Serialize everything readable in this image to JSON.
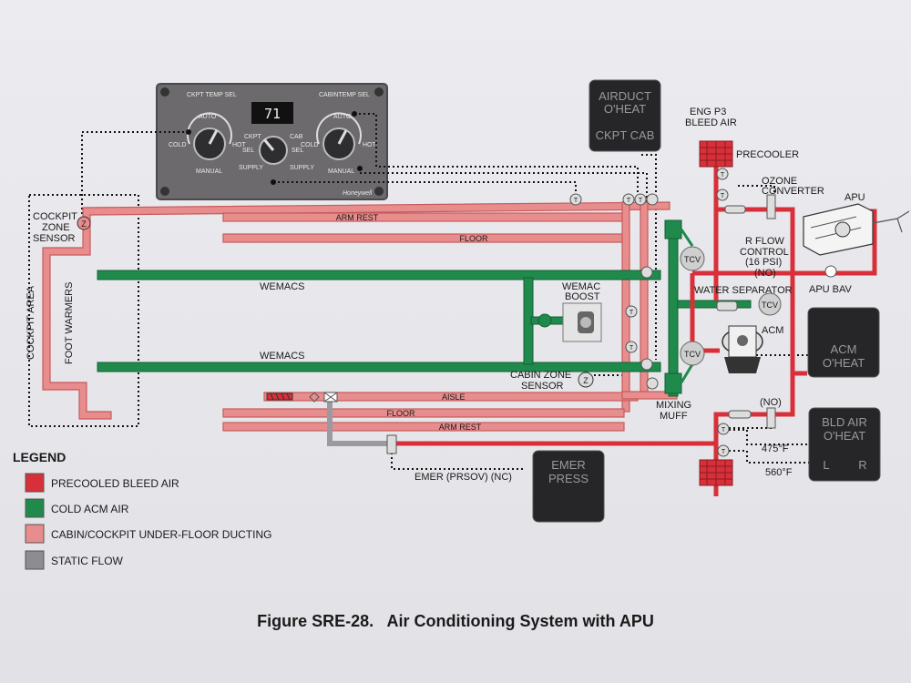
{
  "panel": {
    "ckpt_temp_sel": "CKPT TEMP SEL",
    "cabin_temp_sel": "CABINTEMP SEL",
    "display_value": "71",
    "auto": "AUTO",
    "manual": "MANUAL",
    "cold": "COLD",
    "hot": "HOT",
    "ckpt": "CKPT",
    "cab": "CAB",
    "sel": "SEL",
    "supply": "SUPPLY",
    "brand": "Honeywell"
  },
  "annunciators": {
    "airduct_line1": "AIRDUCT",
    "airduct_line2": "O'HEAT",
    "airduct_line3": "CKPT CAB",
    "acm_line1": "ACM",
    "acm_line2": "O'HEAT",
    "bld_line1": "BLD AIR",
    "bld_line2": "O'HEAT",
    "bld_left": "L",
    "bld_right": "R",
    "emer_line1": "EMER",
    "emer_line2": "PRESS"
  },
  "labels": {
    "cockpit_zone_sensor_1": "COCKPIT",
    "cockpit_zone_sensor_2": "ZONE",
    "cockpit_zone_sensor_3": "SENSOR",
    "cockpit_area": "COCKPIT AREA",
    "foot_warmers": "FOOT WARMERS",
    "arm_rest": "ARM REST",
    "floor": "FLOOR",
    "wemacs": "WEMACS",
    "wemac_boost_1": "WEMAC",
    "wemac_boost_2": "BOOST",
    "cabin_zone_sensor_1": "CABIN ZONE",
    "cabin_zone_sensor_2": "SENSOR",
    "aisle": "AISLE",
    "mixing_muff_1": "MIXING",
    "mixing_muff_2": "MUFF",
    "emer_prsov": "EMER (PRSOV) (NC)",
    "eng_p3_1": "ENG P3",
    "eng_p3_2": "BLEED AIR",
    "precooler": "PRECOOLER",
    "ozone_1": "OZONE",
    "ozone_2": "CONVERTER",
    "apu": "APU",
    "r_flow_1": "R FLOW",
    "r_flow_2": "CONTROL",
    "r_flow_3": "(16 PSI)",
    "r_flow_4": "(NO)",
    "apu_bav": "APU BAV",
    "water_separator": "WATER SEPARATOR",
    "acm": "ACM",
    "no": "(NO)",
    "t475": "475°F",
    "t560": "560°F",
    "tcv": "TCV",
    "t": "T",
    "z": "Z"
  },
  "legend": {
    "title": "LEGEND",
    "items": [
      {
        "label": "PRECOOLED BLEED AIR",
        "color": "#d8303a"
      },
      {
        "label": "COLD ACM AIR",
        "color": "#1f8a4c"
      },
      {
        "label": "CABIN/COCKPIT UNDER-FLOOR DUCTING",
        "color": "#e88d8d"
      },
      {
        "label": "STATIC FLOW",
        "color": "#8c8c92"
      }
    ]
  },
  "caption": "Figure SRE-28.   Air Conditioning System with APU",
  "colors": {
    "bleed": "#d8303a",
    "cold": "#1f8a4c",
    "duct": "#e88d8d",
    "static": "#9a9aa0"
  }
}
